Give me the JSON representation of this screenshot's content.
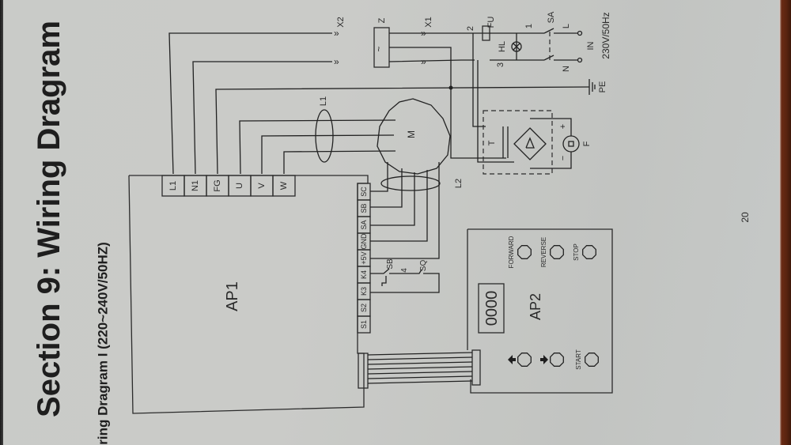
{
  "page": {
    "section_title": "Section 9: Wiring Dragram",
    "subtitle": "ring Dragram I (220~240V/50HZ)",
    "page_number": "20"
  },
  "ap1": {
    "label": "AP1",
    "power_terminals": [
      "L1",
      "N1",
      "FG",
      "U",
      "V",
      "W"
    ],
    "signal_terminals": [
      "SC",
      "SB",
      "SA",
      "GND",
      "+5V",
      "K4",
      "K3",
      "S2",
      "S1"
    ]
  },
  "ap2": {
    "label": "AP2",
    "display_value": "0000",
    "buttons": [
      {
        "label": "FORWARD",
        "icon": "circle-button"
      },
      {
        "label": "REVERSE",
        "icon": "circle-button"
      },
      {
        "label": "STOP",
        "icon": "circle-button"
      },
      {
        "label": "",
        "icon": "arrow-up-button"
      },
      {
        "label": "",
        "icon": "arrow-down-button"
      },
      {
        "label": "START",
        "icon": "circle-button"
      }
    ]
  },
  "components": {
    "motor": "M",
    "choke_L1": "L1",
    "choke_L2": "L2",
    "filter": "Z",
    "filter_symbol": "~",
    "connector_x1": "X1",
    "connector_x2": "X2",
    "fuse": "FU",
    "lamp": "HL",
    "switch": "SA",
    "transformer": "T",
    "fan": "F",
    "switch_SB": "SB",
    "switch_SQ": "SQ",
    "node_4": "4",
    "node_1": "1",
    "node_2": "2",
    "node_3": "3",
    "plus": "+",
    "minus": "−",
    "earth": "PE",
    "line_L": "L",
    "line_N": "N",
    "input_label": "IN",
    "supply": "230V/50Hz"
  }
}
